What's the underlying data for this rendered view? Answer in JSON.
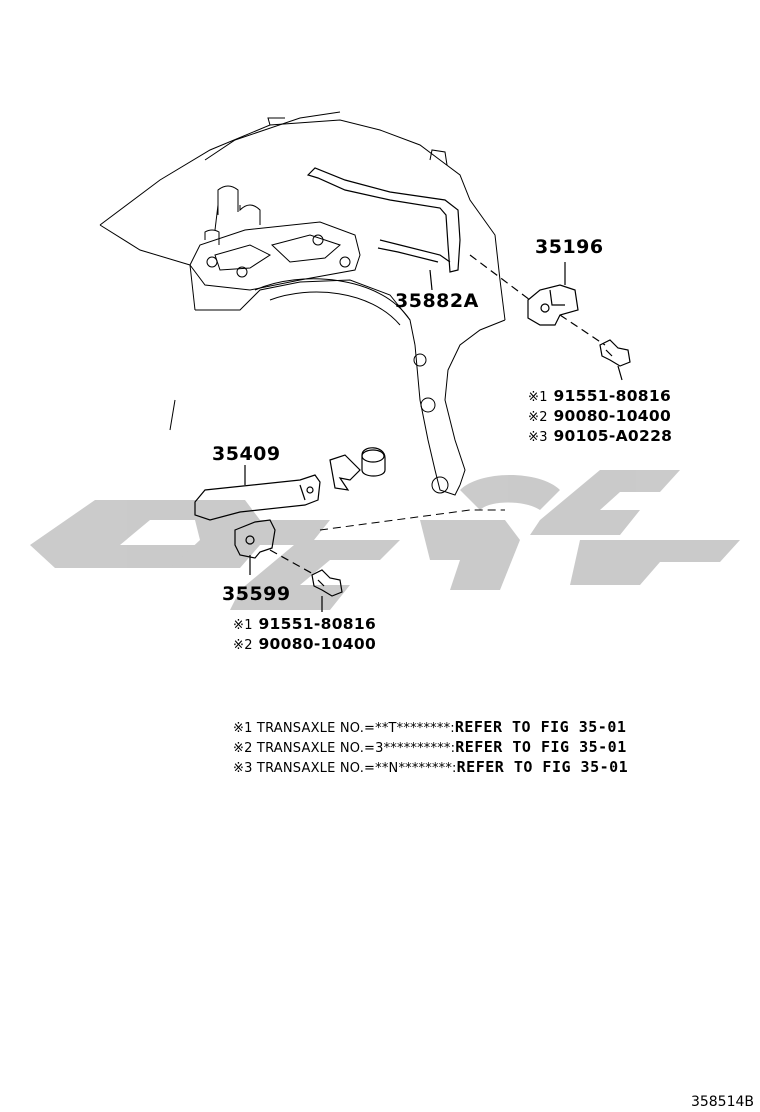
{
  "parts": {
    "p35196": "35196",
    "p35882A": "35882A",
    "p35409": "35409",
    "p35599": "35599"
  },
  "refs_upper": [
    {
      "mark": "※1",
      "number": "91551-80816"
    },
    {
      "mark": "※2",
      "number": "90080-10400"
    },
    {
      "mark": "※3",
      "number": "90105-A0228"
    }
  ],
  "refs_lower": [
    {
      "mark": "※1",
      "number": "91551-80816"
    },
    {
      "mark": "※2",
      "number": "90080-10400"
    }
  ],
  "notes": [
    {
      "mark": "※1",
      "text": "TRANSAXLE NO.=**T********:",
      "refer": "REFER TO FIG 35-01"
    },
    {
      "mark": "※2",
      "text": "TRANSAXLE NO.=3**********:",
      "refer": "REFER TO FIG 35-01"
    },
    {
      "mark": "※3",
      "text": "TRANSAXLE NO.=**N********:",
      "refer": "REFER TO FIG 35-01"
    }
  ],
  "figure_code": "358514B",
  "colors": {
    "line": "#000000",
    "watermark": "#c8c8c8"
  }
}
